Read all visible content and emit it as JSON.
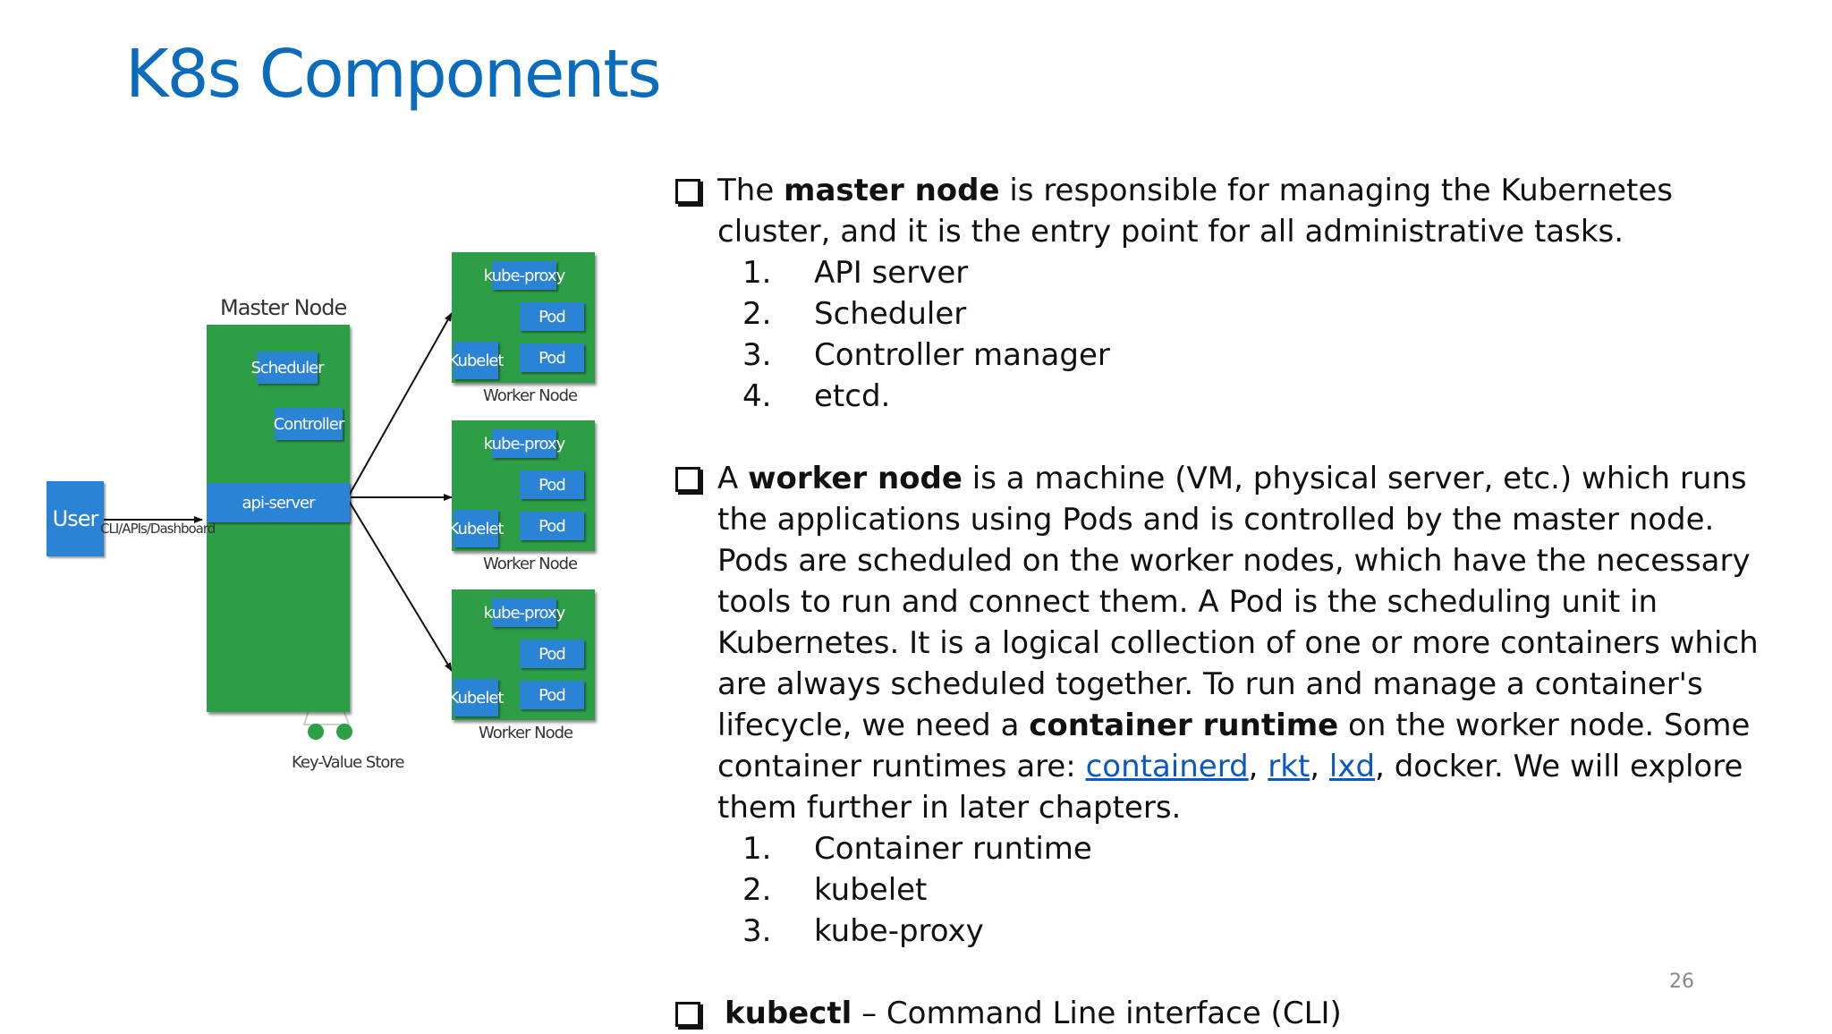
{
  "slide": {
    "title": "K8s Components",
    "page_number": "26"
  },
  "diagram": {
    "master_node_label": "Master Node",
    "scheduler": "Scheduler",
    "controller": "Controller",
    "api_server": "api-server",
    "user": "User",
    "cli_label": "CLI/APIs/Dashboard",
    "kv_store_label": "Key-Value Store",
    "worker_nodes": [
      {
        "label": "Worker Node",
        "kube_proxy": "kube-proxy",
        "kubelet": "Kubelet",
        "pod_top": "Pod",
        "pod_bottom": "Pod"
      },
      {
        "label": "Worker Node",
        "kube_proxy": "kube-proxy",
        "kubelet": "Kubelet",
        "pod_top": "Pod",
        "pod_bottom": "Pod"
      },
      {
        "label": "Worker Node",
        "kube_proxy": "kube-proxy",
        "kubelet": "Kubelet",
        "pod_top": "Pod",
        "pod_bottom": "Pod"
      }
    ],
    "colors": {
      "node_green": "#2e9e46",
      "component_blue": "#2b83d6",
      "title_blue": "#0b6cbd"
    }
  },
  "master": {
    "pre": "The ",
    "bold": "master node",
    "post": " is responsible for managing the Kubernetes cluster, and it is the entry point for all administrative tasks.",
    "items": [
      {
        "num": "1.",
        "text": "API server"
      },
      {
        "num": "2.",
        "text": "Scheduler"
      },
      {
        "num": "3.",
        "text": "Controller manager"
      },
      {
        "num": "4.",
        "text": "etcd."
      }
    ]
  },
  "worker": {
    "pre": "A ",
    "bold": "worker node",
    "post1": " is a machine (VM, physical server, etc.) which runs the applications using Pods and is controlled by the master node. Pods are scheduled on the worker nodes, which have the necessary tools to run and connect them. A Pod is the scheduling unit in Kubernetes. It is a logical collection of one or more containers which are always scheduled together. To run and manage a container's lifecycle, we need a ",
    "bold2": "container runtime",
    "post2": " on the worker node. Some container runtimes are: ",
    "link1": "containerd",
    "sep1": ", ",
    "link2": "rkt",
    "sep2": ", ",
    "link3": "lxd",
    "post3": ", docker. We will explore them further in later chapters.",
    "items": [
      {
        "num": "1.",
        "text": "Container runtime"
      },
      {
        "num": "2.",
        "text": "kubelet"
      },
      {
        "num": "3.",
        "text": "kube-proxy"
      }
    ]
  },
  "kubectl": {
    "bold": "kubectl",
    "post": " – Command Line interface (CLI)"
  }
}
